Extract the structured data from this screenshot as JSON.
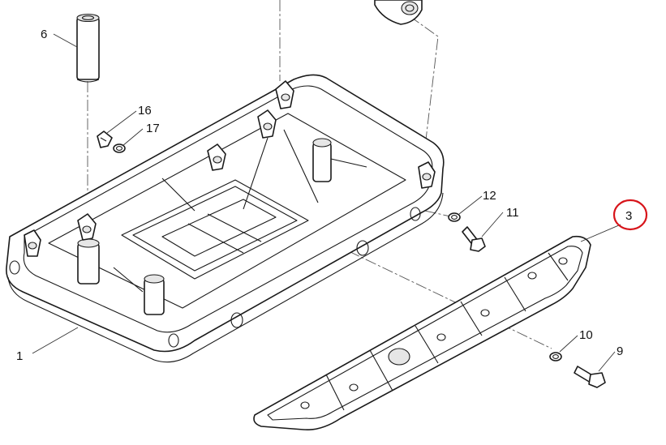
{
  "callouts": [
    {
      "id": "1",
      "label": "1"
    },
    {
      "id": "3",
      "label": "3",
      "highlighted": true
    },
    {
      "id": "6",
      "label": "6"
    },
    {
      "id": "9",
      "label": "9"
    },
    {
      "id": "10",
      "label": "10"
    },
    {
      "id": "11",
      "label": "11"
    },
    {
      "id": "12",
      "label": "12"
    },
    {
      "id": "16",
      "label": "16"
    },
    {
      "id": "17",
      "label": "17"
    }
  ],
  "colors": {
    "line": "#1a1a1a",
    "highlight": "#d7141a",
    "background": "#ffffff"
  }
}
